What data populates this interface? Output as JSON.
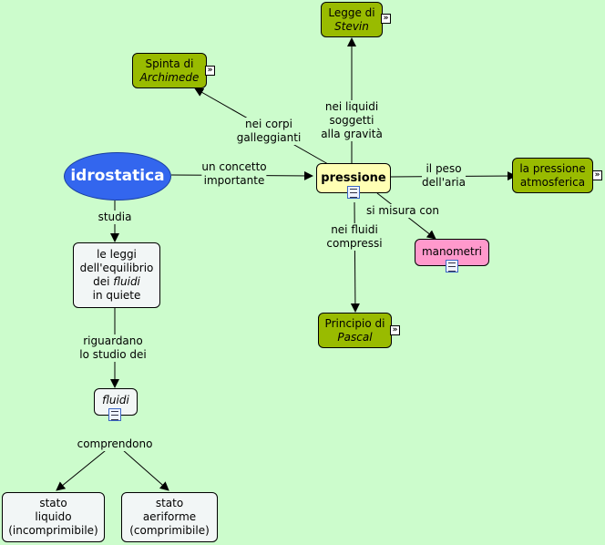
{
  "nodes": {
    "idrostatica": "idrostatica",
    "pressione": "pressione",
    "leggi": [
      "le leggi",
      "dell'equilibrio",
      "dei",
      "fluidi",
      "in quiete"
    ],
    "fluidi": "fluidi",
    "liquido": [
      "stato",
      "liquido",
      "(incomprimibile)"
    ],
    "aeriforme": [
      "stato",
      "aeriforme",
      "(comprimibile)"
    ],
    "stevin": [
      "Legge di",
      "Stevin"
    ],
    "archimede": [
      "Spinta di",
      "Archimede"
    ],
    "atmosferica": [
      "la pressione",
      "atmosferica"
    ],
    "manometri": "manometri",
    "pascal": [
      "Principio di",
      "Pascal"
    ]
  },
  "links": {
    "concetto": [
      "un concetto",
      "importante"
    ],
    "studia": "studia",
    "riguardano": [
      "riguardano",
      "lo studio dei"
    ],
    "comprendono": "comprendono",
    "galleggianti": [
      "nei corpi",
      "galleggianti"
    ],
    "liquidi": [
      "nei liquidi",
      "soggetti",
      "alla gravità"
    ],
    "peso": [
      "il peso",
      "dell'aria"
    ],
    "misura": "si misura con",
    "compressi": [
      "nei fluidi",
      "compressi"
    ]
  }
}
